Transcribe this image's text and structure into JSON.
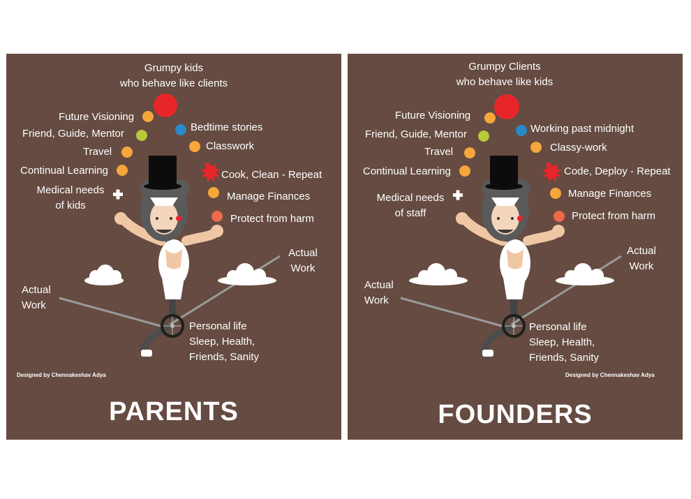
{
  "colors": {
    "background": "#654b41",
    "text": "#ffffff",
    "ball_red": "#e8262a",
    "ball_orange": "#f6a63b",
    "ball_lime": "#b7c93a",
    "ball_blue": "#2a89c6",
    "ball_salmon": "#ee6a4b",
    "rope": "#9a9a9a"
  },
  "panels": [
    {
      "top_label_1": "Grumpy kids",
      "top_label_2": "who behave like clients",
      "future": "Future Visioning",
      "friend": "Friend, Guide, Mentor",
      "travel": "Travel",
      "learning": "Continual Learning",
      "medical_1": "Medical needs",
      "medical_2": "of kids",
      "bedtime": "Bedtime stories",
      "classwork": "Classwork",
      "cook": "Cook, Clean - Repeat",
      "finances": "Manage Finances",
      "protect": "Protect from harm",
      "actual_left_1": "Actual",
      "actual_left_2": "Work",
      "actual_right_1": "Actual",
      "actual_right_2": "Work",
      "personal_1": "Personal life",
      "personal_2": "Sleep, Health,",
      "personal_3": "Friends, Sanity",
      "credit": "Designed by Chennakeshav Adya",
      "title": "PARENTS"
    },
    {
      "top_label_1": "Grumpy Clients",
      "top_label_2": "who behave like kids",
      "future": "Future Visioning",
      "friend": "Friend, Guide, Mentor",
      "travel": "Travel",
      "learning": "Continual Learning",
      "medical_1": "Medical needs",
      "medical_2": "of staff",
      "bedtime": "Working past midnight",
      "classwork": "Classy-work",
      "cook": "Code, Deploy - Repeat",
      "finances": "Manage Finances",
      "protect": "Protect from harm",
      "actual_left_1": "Actual",
      "actual_left_2": "Work",
      "actual_right_1": "Actual",
      "actual_right_2": "Work",
      "personal_1": "Personal life",
      "personal_2": "Sleep, Health,",
      "personal_3": "Friends, Sanity",
      "credit": "Designed by Chennakeshav Adya",
      "title": "FOUNDERS"
    }
  ]
}
